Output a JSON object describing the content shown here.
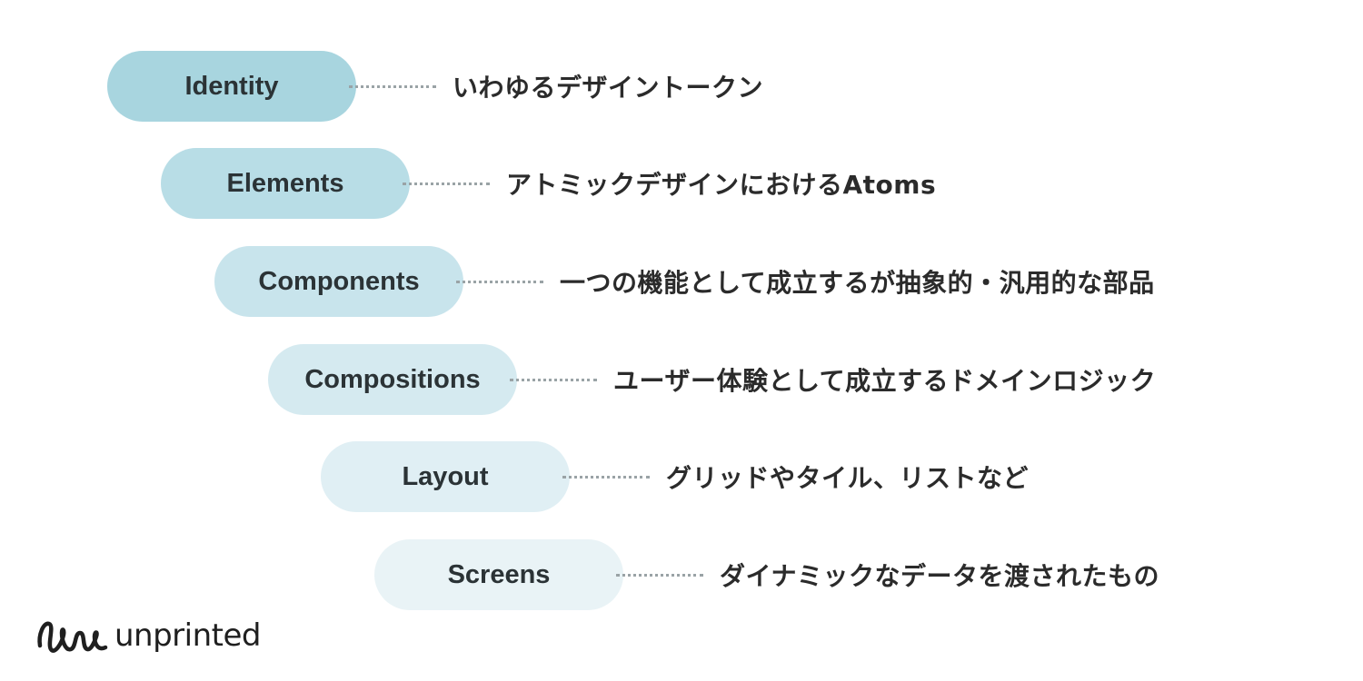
{
  "layers": [
    {
      "label": "Identity",
      "description": "いわゆるデザイントークン",
      "color": "#a8d5df"
    },
    {
      "label": "Elements",
      "description": "アトミックデザインにおけるAtoms",
      "color": "#b8dde6"
    },
    {
      "label": "Components",
      "description": "一つの機能として成立するが抽象的・汎用的な部品",
      "color": "#c8e4ec"
    },
    {
      "label": "Compositions",
      "description": "ユーザー体験として成立するドメインロジック",
      "color": "#d5eaf0"
    },
    {
      "label": "Layout",
      "description": "グリッドやタイル、リストなど",
      "color": "#e0eff4"
    },
    {
      "label": "Screens",
      "description": "ダイナミックなデータを渡されたもの",
      "color": "#e9f3f6"
    }
  ],
  "logo": {
    "text": "unprinted",
    "icon": "unprinted-script-icon"
  }
}
